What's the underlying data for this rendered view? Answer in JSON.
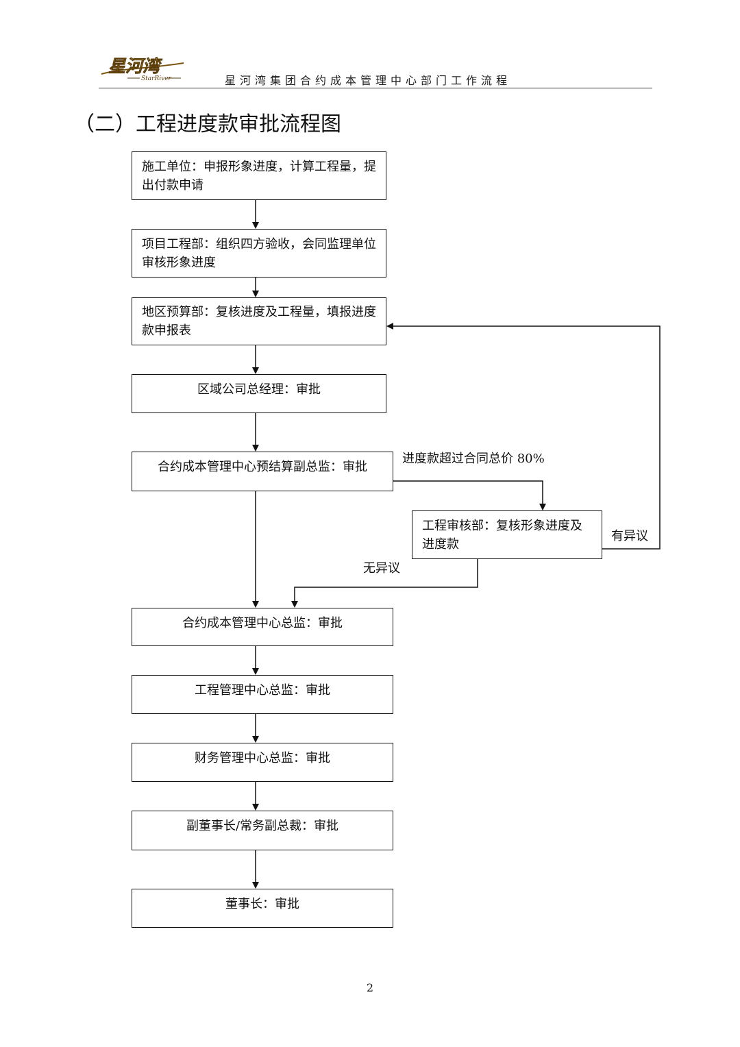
{
  "header": {
    "logo_text": "星河湾",
    "logo_subtext": "StarRiver",
    "title": "星河湾集团合约成本管理中心部门工作流程"
  },
  "section_title": "（二）工程进度款审批流程图",
  "flowchart": {
    "nodes": [
      {
        "id": "construction-unit",
        "text": "施工单位：申报形象进度，计算工程量，提出付款申请"
      },
      {
        "id": "project-engineering",
        "text": "项目工程部：组织四方验收，会同监理单位审核形象进度"
      },
      {
        "id": "regional-budget",
        "text": "地区预算部：复核进度及工程量，填报进度款申报表"
      },
      {
        "id": "regional-gm",
        "text": "区域公司总经理：审批"
      },
      {
        "id": "contract-cost-deputy",
        "text": "合约成本管理中心预结算副总监：审批"
      },
      {
        "id": "engineering-audit",
        "text": "工程审核部：复核形象进度及进度款"
      },
      {
        "id": "contract-cost-director",
        "text": "合约成本管理中心总监：审批"
      },
      {
        "id": "engineering-director",
        "text": "工程管理中心总监：审批"
      },
      {
        "id": "finance-director",
        "text": "财务管理中心总监：审批"
      },
      {
        "id": "vice-chairman",
        "text": "副董事长/常务副总裁：审批"
      },
      {
        "id": "chairman",
        "text": "董事长：审批"
      }
    ],
    "edge_labels": {
      "over_80": "进度款超过合同总价 80%",
      "objection": "有异议",
      "no_objection": "无异议"
    }
  },
  "page_number": "2",
  "colors": {
    "logo_gold": "#b8860b",
    "logo_dark": "#6b4a12",
    "line": "#111111"
  }
}
